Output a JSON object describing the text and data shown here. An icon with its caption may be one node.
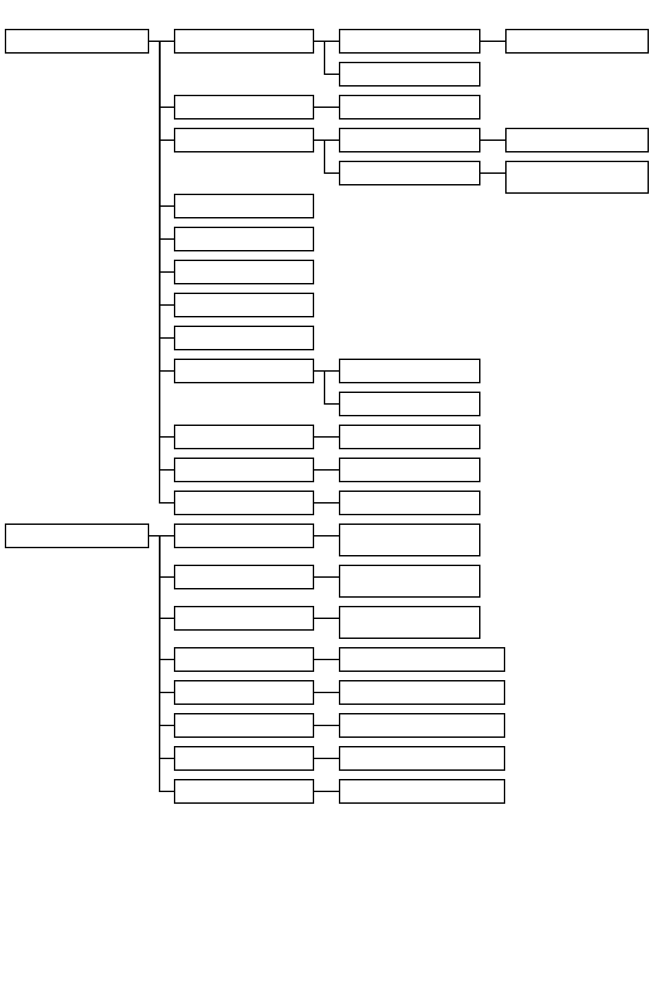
{
  "diagram": {
    "nodes": [
      {
        "text": [],
        "shape": "box"
      },
      {
        "text": [],
        "shape": "box"
      },
      {
        "text": [],
        "shape": "box"
      },
      {
        "text": [],
        "shape": "box"
      },
      {
        "text": [],
        "shape": "box"
      },
      {
        "text": [],
        "shape": "box"
      },
      {
        "text": [],
        "shape": "box"
      },
      {
        "text": [],
        "shape": "box"
      },
      {
        "text": [],
        "shape": "box"
      },
      {
        "text": [],
        "shape": "box"
      },
      {
        "text": [],
        "shape": "box"
      },
      {
        "text": [],
        "shape": "box"
      },
      {
        "text": [],
        "shape": "box"
      },
      {
        "text": [],
        "shape": "box"
      },
      {
        "text": [],
        "shape": "box"
      },
      {
        "text": [],
        "shape": "box"
      },
      {
        "text": [],
        "shape": "box"
      },
      {
        "text": [],
        "shape": "box"
      },
      {
        "text": [],
        "shape": "box"
      },
      {
        "text": [],
        "shape": "box"
      },
      {
        "text": [],
        "shape": "box"
      },
      {
        "text": [],
        "shape": "box"
      },
      {
        "text": [],
        "shape": "box"
      },
      {
        "text": [],
        "shape": "box"
      },
      {
        "text": [],
        "shape": "box"
      },
      {
        "text": [],
        "shape": "box"
      },
      {
        "text": [],
        "shape": "box"
      },
      {
        "text": [],
        "shape": "box"
      },
      {
        "text": [],
        "shape": "box"
      },
      {
        "text": [],
        "shape": "box"
      },
      {
        "text": [],
        "shape": "box"
      },
      {
        "text": [],
        "shape": "box"
      },
      {
        "text": [],
        "shape": "box"
      },
      {
        "text": [],
        "shape": "box"
      },
      {
        "text": [],
        "shape": "box"
      },
      {
        "text": [],
        "shape": "box"
      },
      {
        "text": [],
        "shape": "box"
      },
      {
        "text": [],
        "shape": "box"
      },
      {
        "text": [],
        "shape": "box"
      },
      {
        "text": [],
        "shape": "box"
      },
      {
        "text": [],
        "shape": "box"
      },
      {
        "text": [],
        "shape": "box"
      },
      {
        "text": [],
        "shape": "box"
      }
    ],
    "edges": [
      {
        "from": 0,
        "to": 1,
        "arrow": "none"
      },
      {
        "from": 0,
        "to": 5,
        "arrow": "none"
      },
      {
        "from": 0,
        "to": 7,
        "arrow": "none"
      },
      {
        "from": 0,
        "to": 12,
        "arrow": "none"
      },
      {
        "from": 0,
        "to": 13,
        "arrow": "none"
      },
      {
        "from": 0,
        "to": 14,
        "arrow": "none"
      },
      {
        "from": 0,
        "to": 15,
        "arrow": "none"
      },
      {
        "from": 0,
        "to": 16,
        "arrow": "none"
      },
      {
        "from": 0,
        "to": 17,
        "arrow": "none"
      },
      {
        "from": 0,
        "to": 20,
        "arrow": "none"
      },
      {
        "from": 0,
        "to": 22,
        "arrow": "none"
      },
      {
        "from": 0,
        "to": 24,
        "arrow": "none"
      },
      {
        "from": 1,
        "to": 2,
        "arrow": "none"
      },
      {
        "from": 1,
        "to": 4,
        "arrow": "none"
      },
      {
        "from": 2,
        "to": 3,
        "arrow": "none"
      },
      {
        "from": 5,
        "to": 6,
        "arrow": "none"
      },
      {
        "from": 7,
        "to": 8,
        "arrow": "none"
      },
      {
        "from": 7,
        "to": 10,
        "arrow": "none"
      },
      {
        "from": 8,
        "to": 9,
        "arrow": "none"
      },
      {
        "from": 10,
        "to": 11,
        "arrow": "none"
      },
      {
        "from": 17,
        "to": 18,
        "arrow": "none"
      },
      {
        "from": 17,
        "to": 19,
        "arrow": "none"
      },
      {
        "from": 20,
        "to": 21,
        "arrow": "none"
      },
      {
        "from": 22,
        "to": 23,
        "arrow": "none"
      },
      {
        "from": 24,
        "to": 25,
        "arrow": "none"
      },
      {
        "from": 26,
        "to": 27,
        "arrow": "none"
      },
      {
        "from": 26,
        "to": 29,
        "arrow": "none"
      },
      {
        "from": 26,
        "to": 31,
        "arrow": "none"
      },
      {
        "from": 26,
        "to": 33,
        "arrow": "none"
      },
      {
        "from": 26,
        "to": 35,
        "arrow": "none"
      },
      {
        "from": 26,
        "to": 37,
        "arrow": "none"
      },
      {
        "from": 26,
        "to": 39,
        "arrow": "none"
      },
      {
        "from": 26,
        "to": 41,
        "arrow": "none"
      },
      {
        "from": 27,
        "to": 28,
        "arrow": "none"
      },
      {
        "from": 29,
        "to": 30,
        "arrow": "none"
      },
      {
        "from": 31,
        "to": 32,
        "arrow": "none"
      },
      {
        "from": 33,
        "to": 34,
        "arrow": "none"
      },
      {
        "from": 35,
        "to": 36,
        "arrow": "none"
      },
      {
        "from": 37,
        "to": 38,
        "arrow": "none"
      },
      {
        "from": 39,
        "to": 40,
        "arrow": "none"
      },
      {
        "from": 41,
        "to": 42,
        "arrow": "none"
      }
    ]
  }
}
